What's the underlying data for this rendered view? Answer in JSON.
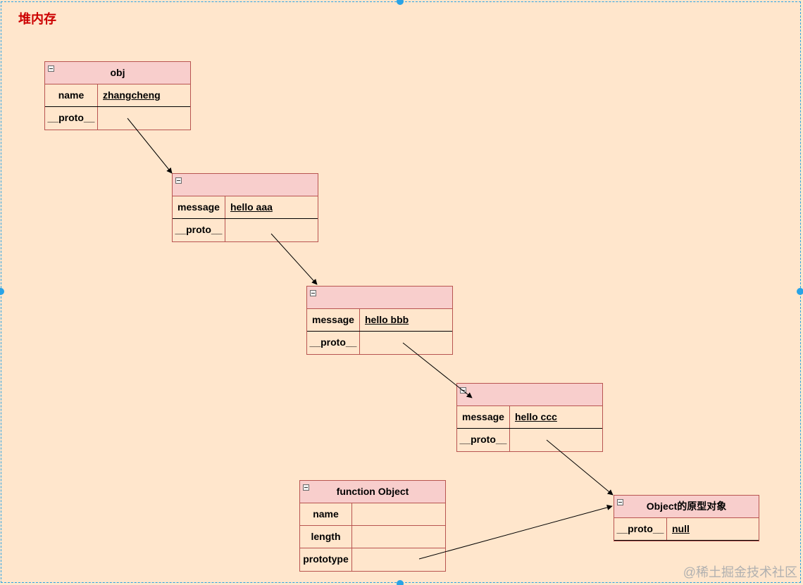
{
  "title": "堆内存",
  "watermark": "@稀土掘金技术社区",
  "colors": {
    "background": "#ffe6cc",
    "header_fill": "#f8cecc",
    "border": "#b85450",
    "title": "#cc0000",
    "selection": "#29a3e6"
  },
  "nodes": {
    "obj": {
      "header": "obj",
      "rows": [
        {
          "key": "name",
          "value": "zhangcheng"
        },
        {
          "key": "__proto__",
          "value": ""
        }
      ]
    },
    "proto_aaa": {
      "header": "",
      "rows": [
        {
          "key": "message",
          "value": "hello aaa"
        },
        {
          "key": "__proto__",
          "value": ""
        }
      ]
    },
    "proto_bbb": {
      "header": "",
      "rows": [
        {
          "key": "message",
          "value": "hello bbb"
        },
        {
          "key": "__proto__",
          "value": ""
        }
      ]
    },
    "proto_ccc": {
      "header": "",
      "rows": [
        {
          "key": "message",
          "value": "hello ccc"
        },
        {
          "key": "__proto__",
          "value": ""
        }
      ]
    },
    "function_object": {
      "header": "function Object",
      "rows": [
        {
          "key": "name",
          "value": ""
        },
        {
          "key": "length",
          "value": ""
        },
        {
          "key": "prototype",
          "value": ""
        }
      ]
    },
    "object_prototype": {
      "header": "Object的原型对象",
      "rows": [
        {
          "key": "__proto__",
          "value": "null"
        }
      ]
    }
  },
  "edges": [
    {
      "from": "obj.__proto__",
      "to": "proto_aaa"
    },
    {
      "from": "proto_aaa.__proto__",
      "to": "proto_bbb"
    },
    {
      "from": "proto_bbb.__proto__",
      "to": "proto_ccc"
    },
    {
      "from": "proto_ccc.__proto__",
      "to": "object_prototype"
    },
    {
      "from": "function_object.prototype",
      "to": "object_prototype"
    }
  ]
}
